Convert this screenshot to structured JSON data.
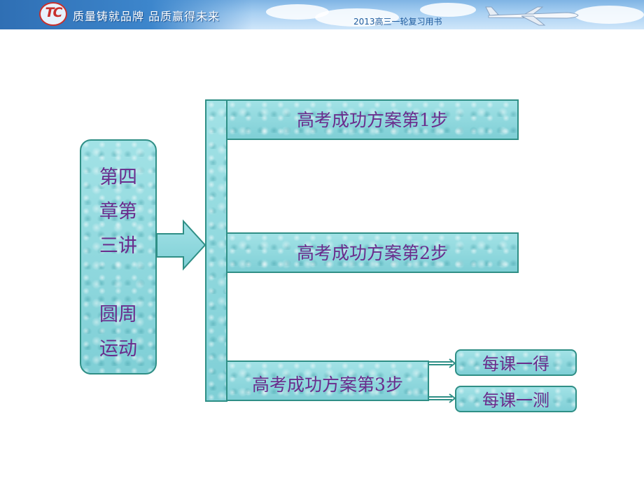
{
  "header": {
    "logo_text": "TC",
    "slogan": "质量铸就品牌 品质赢得未来",
    "book_tag": "2013高三一轮复习用书"
  },
  "chapter": {
    "line1": "第四",
    "line2": "章第",
    "line3": "三讲",
    "line4": "圆周",
    "line5": "运动"
  },
  "steps": [
    {
      "label": "高考成功方案第1步"
    },
    {
      "label": "高考成功方案第2步"
    },
    {
      "label": "高考成功方案第3步"
    }
  ],
  "substeps": [
    {
      "label": "每课一得"
    },
    {
      "label": "每课一测"
    }
  ],
  "colors": {
    "box_fill": "#8ad6dc",
    "box_border": "#2f8f86",
    "text": "#6a2c8c"
  }
}
